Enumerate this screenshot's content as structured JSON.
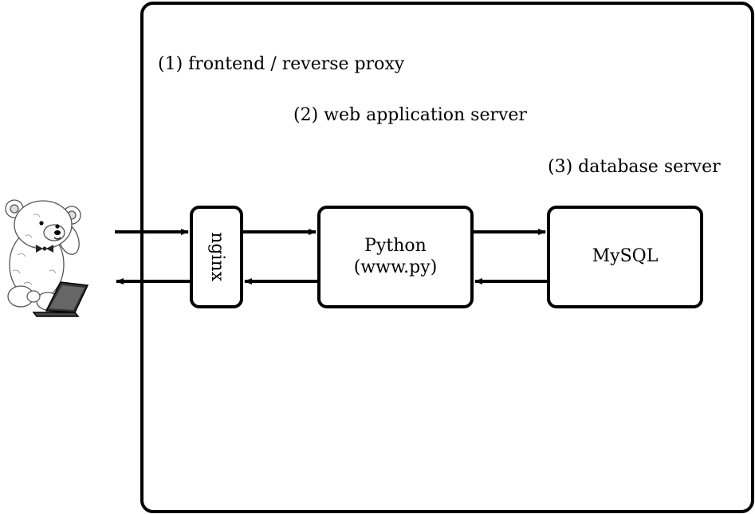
{
  "tiers": [
    {
      "label": "(1) frontend / reverse proxy"
    },
    {
      "label": "(2) web application server"
    },
    {
      "label": "(3) database server"
    }
  ],
  "nodes": {
    "nginx": {
      "label": "nginx"
    },
    "python": {
      "line1": "Python",
      "line2": "(www.py)"
    },
    "mysql": {
      "label": "MySQL"
    }
  },
  "client": {
    "icon": "teddy-bear-with-laptop-icon"
  },
  "connections": [
    {
      "from": "client",
      "to": "nginx",
      "direction": "request"
    },
    {
      "from": "nginx",
      "to": "client",
      "direction": "response"
    },
    {
      "from": "nginx",
      "to": "python",
      "direction": "request"
    },
    {
      "from": "python",
      "to": "nginx",
      "direction": "response"
    },
    {
      "from": "python",
      "to": "mysql",
      "direction": "request"
    },
    {
      "from": "mysql",
      "to": "python",
      "direction": "response"
    }
  ]
}
